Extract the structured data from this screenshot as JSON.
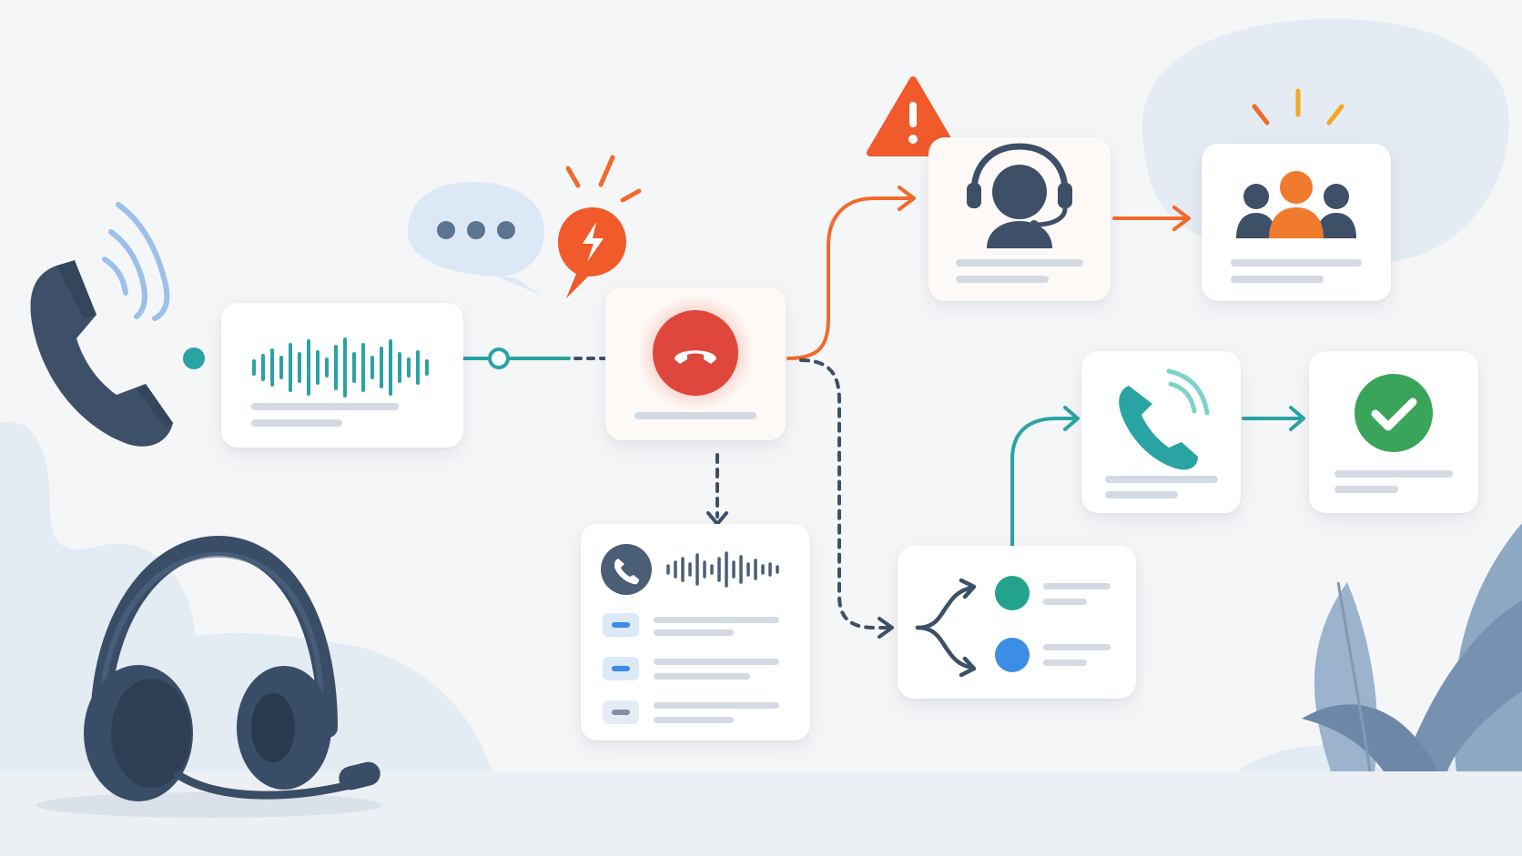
{
  "colors": {
    "background": "#f5f6f8",
    "navy": "#3d5068",
    "teal": "#2aa3a3",
    "orange": "#f26a2b",
    "red": "#e0473c",
    "green": "#3aa55a",
    "blue": "#3b8de6",
    "placeholder_line": "#d3dae3"
  },
  "flow": {
    "stages": [
      {
        "name": "incoming-call",
        "icon": "phone-ringing-icon"
      },
      {
        "name": "voice-capture",
        "icon": "audio-waveform-icon"
      },
      {
        "name": "call-dropped",
        "icon": "hang-up-icon",
        "badges": [
          "chat-bubble-icon",
          "alert-lightning-icon"
        ]
      },
      {
        "name": "escalation-agent",
        "icon": "agent-headset-icon",
        "badges": [
          "warning-triangle-icon"
        ]
      },
      {
        "name": "team",
        "icon": "team-group-icon"
      },
      {
        "name": "call-log",
        "icon": "call-recording-icon"
      },
      {
        "name": "routing",
        "icon": "split-route-icon"
      },
      {
        "name": "callback",
        "icon": "phone-callback-icon"
      },
      {
        "name": "resolved",
        "icon": "success-check-icon"
      }
    ]
  }
}
